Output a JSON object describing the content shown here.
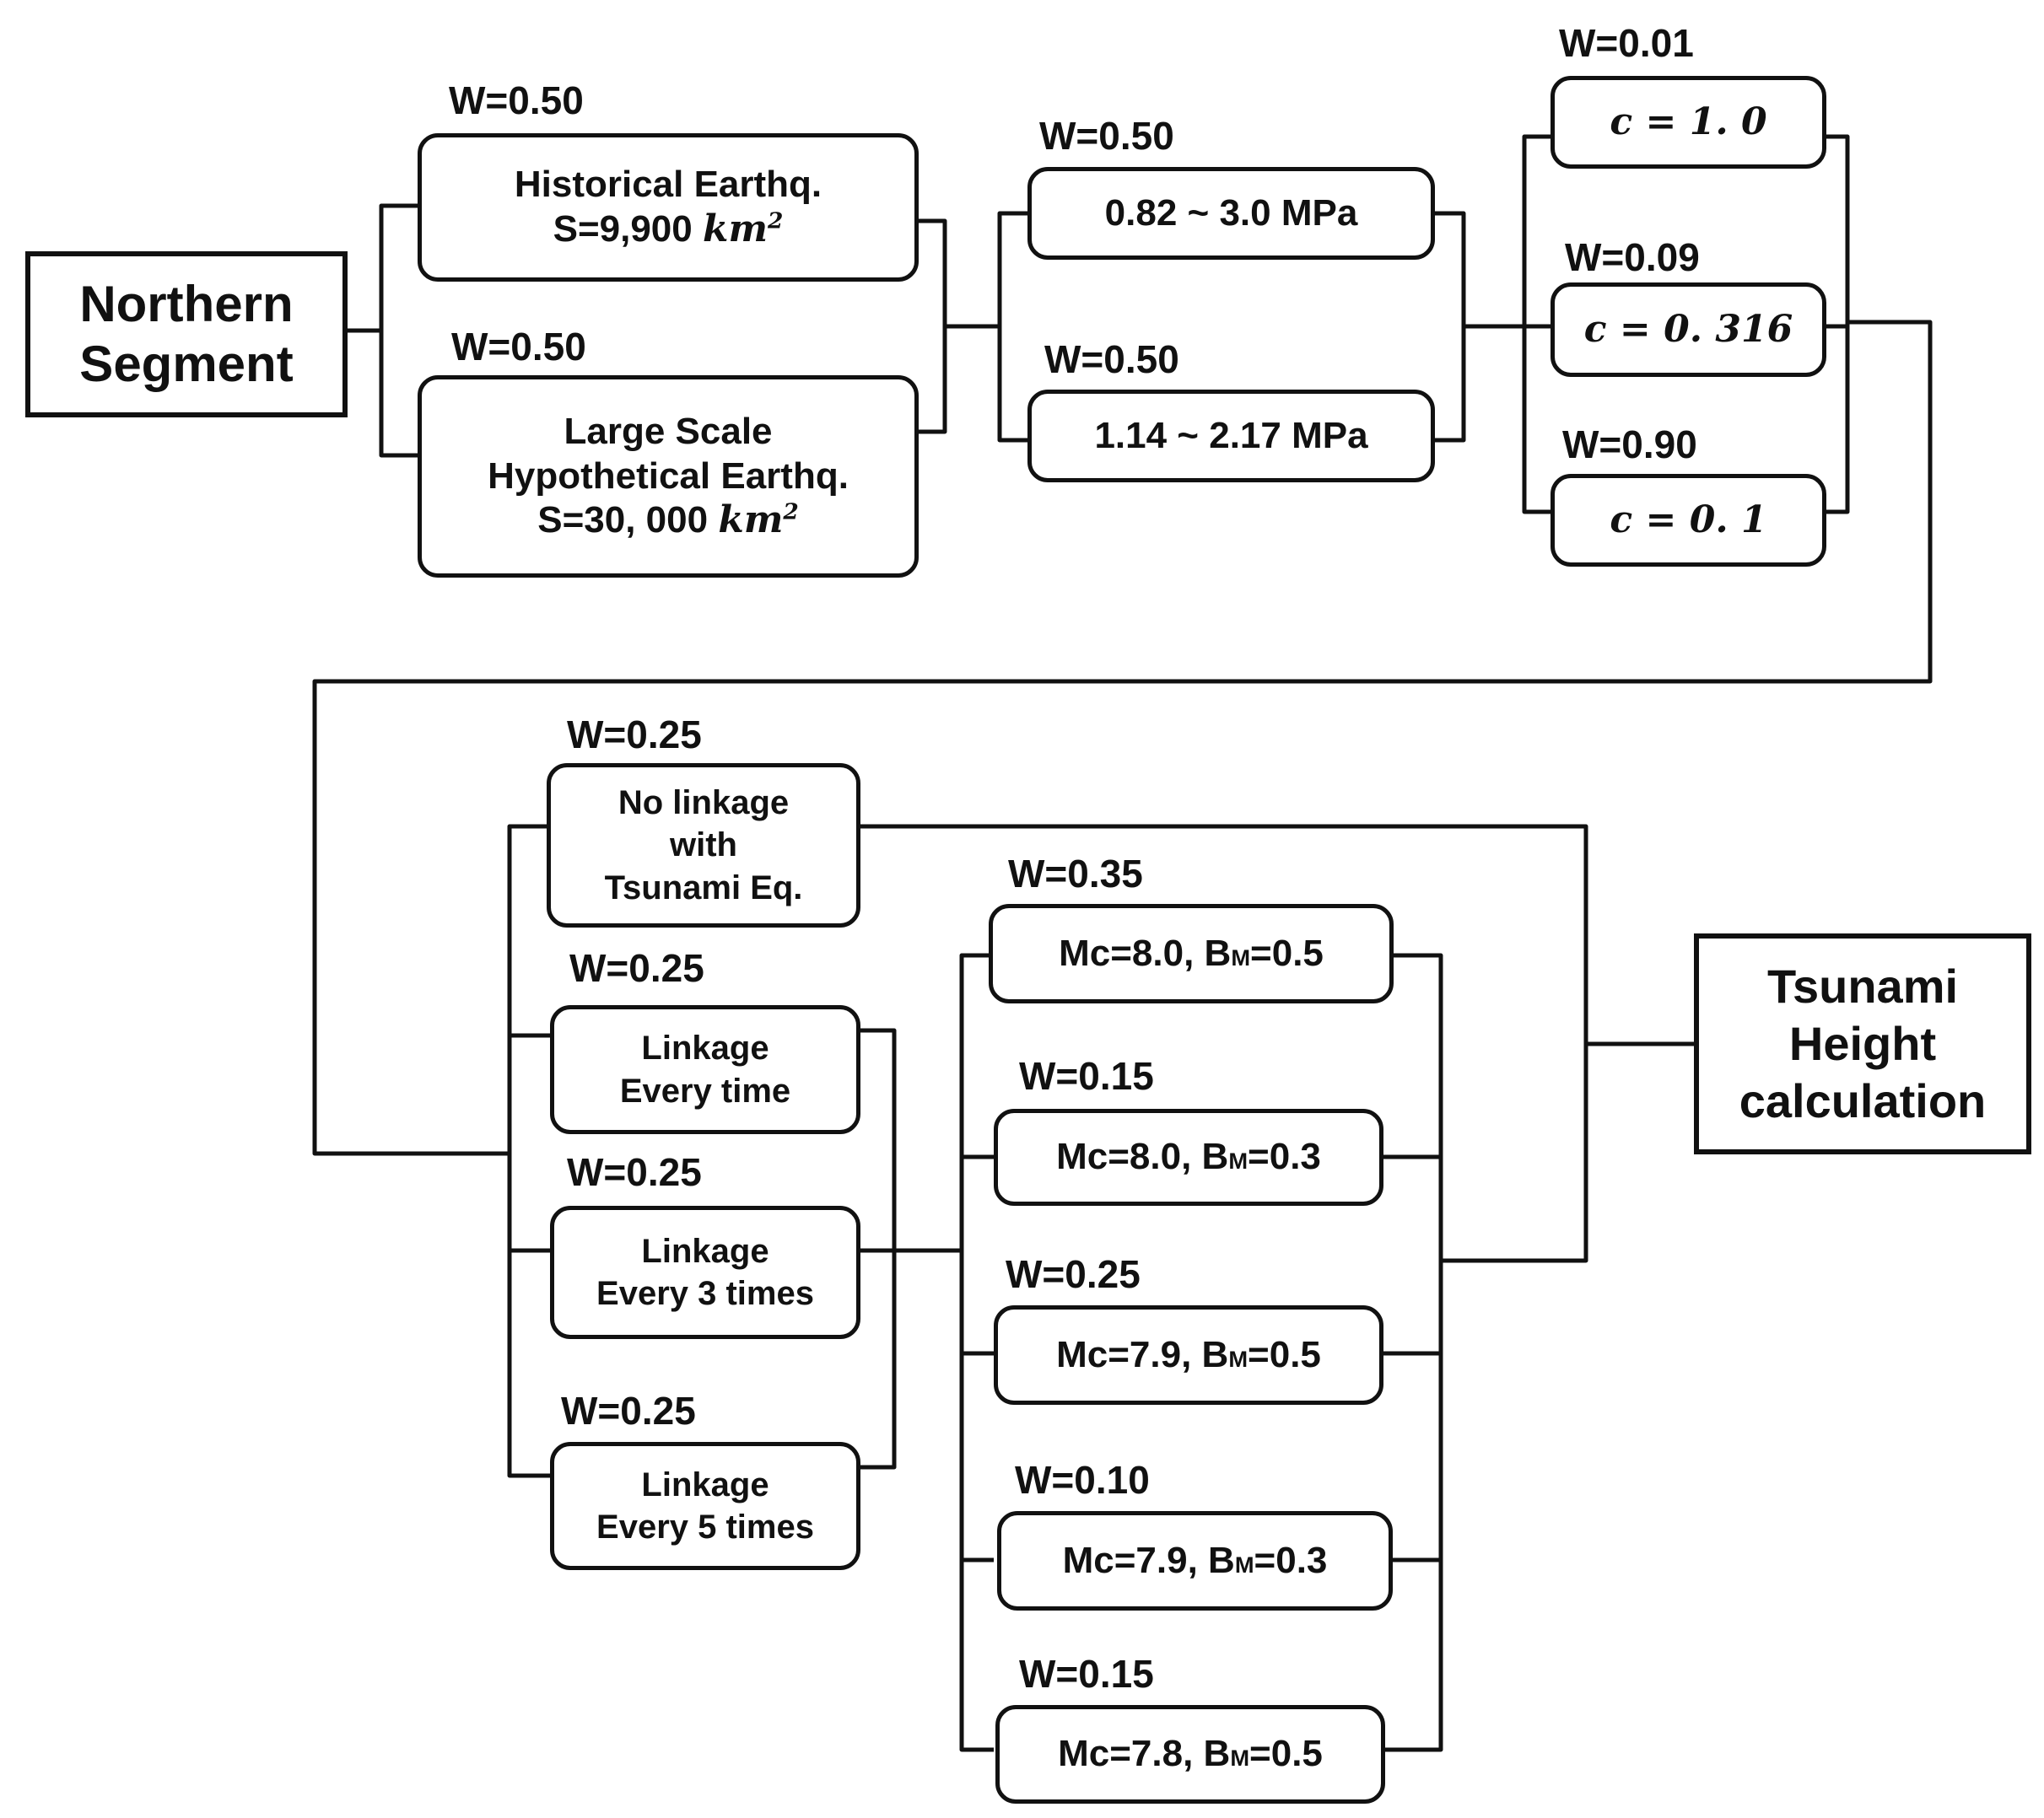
{
  "start_node": {
    "line1": "Northern",
    "line2": "Segment"
  },
  "end_node": {
    "line1": "Tsunami",
    "line2": "Height",
    "line3": "calculation"
  },
  "area_branch": [
    {
      "weight": "W=0.50",
      "line1": "Historical Earthq.",
      "area_prefix": "S=9,900 ",
      "area_unit": "km",
      "area_exp": "2"
    },
    {
      "weight": "W=0.50",
      "line1": "Large Scale",
      "line2": "Hypothetical Earthq.",
      "area_prefix": "S=30, 000 ",
      "area_unit": "km",
      "area_exp": "2"
    }
  ],
  "stress_branch": [
    {
      "weight": "W=0.50",
      "label": "0.82 ~ 3.0 MPa"
    },
    {
      "weight": "W=0.50",
      "label": "1.14 ~ 2.17 MPa"
    }
  ],
  "c_branch": [
    {
      "weight": "W=0.01",
      "label": "c = 1. 0"
    },
    {
      "weight": "W=0.09",
      "label": "c = 0. 316"
    },
    {
      "weight": "W=0.90",
      "label": "c = 0. 1"
    }
  ],
  "linkage_branch": [
    {
      "weight": "W=0.25",
      "line1": "No linkage",
      "line2": "with",
      "line3": "Tsunami Eq."
    },
    {
      "weight": "W=0.25",
      "line1": "Linkage",
      "line2": "Every time"
    },
    {
      "weight": "W=0.25",
      "line1": "Linkage",
      "line2": "Every 3 times"
    },
    {
      "weight": "W=0.25",
      "line1": "Linkage",
      "line2": "Every 5 times"
    }
  ],
  "mc_branch": [
    {
      "weight": "W=0.35",
      "mc": "Mc=8.0, ",
      "b": "B",
      "sub": "M",
      "bval": "=0.5"
    },
    {
      "weight": "W=0.15",
      "mc": "Mc=8.0, ",
      "b": "B",
      "sub": "M",
      "bval": "=0.3"
    },
    {
      "weight": "W=0.25",
      "mc": "Mc=7.9, ",
      "b": "B",
      "sub": "M",
      "bval": "=0.5"
    },
    {
      "weight": "W=0.10",
      "mc": "Mc=7.9, ",
      "b": "B",
      "sub": "M",
      "bval": "=0.3"
    },
    {
      "weight": "W=0.15",
      "mc": "Mc=7.8, ",
      "b": "B",
      "sub": "M",
      "bval": "=0.5"
    }
  ]
}
